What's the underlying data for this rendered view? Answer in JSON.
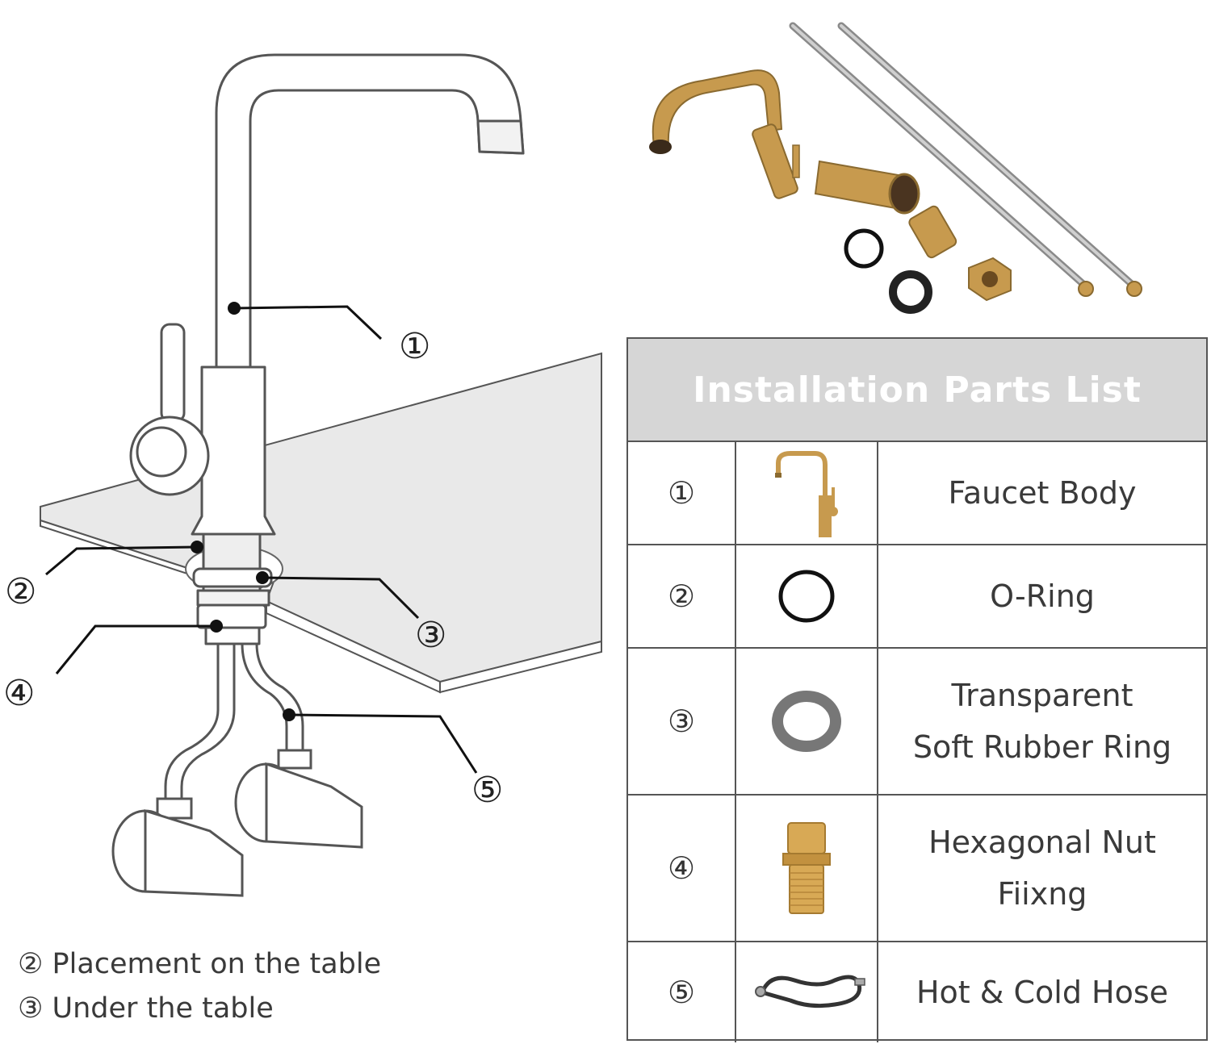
{
  "diagram": {
    "callouts": [
      "①",
      "②",
      "③",
      "④",
      "⑤"
    ],
    "notes": [
      "② Placement on the table",
      "③ Under the table"
    ]
  },
  "table": {
    "title": "Installation Parts List",
    "rows": [
      {
        "num": "①",
        "name": "Faucet Body",
        "icon": "faucet-icon"
      },
      {
        "num": "②",
        "name": "O-Ring",
        "icon": "o-ring-icon"
      },
      {
        "num": "③",
        "name": "Transparent\nSoft Rubber Ring",
        "icon": "rubber-ring-icon"
      },
      {
        "num": "④",
        "name": "Hexagonal Nut\nFiixng",
        "icon": "hex-nut-icon"
      },
      {
        "num": "⑤",
        "name": "Hot & Cold Hose",
        "icon": "hose-icon"
      }
    ]
  },
  "colors": {
    "header_bg": "#d6d6d6",
    "brass": "#c79a4e",
    "border": "#555555"
  }
}
